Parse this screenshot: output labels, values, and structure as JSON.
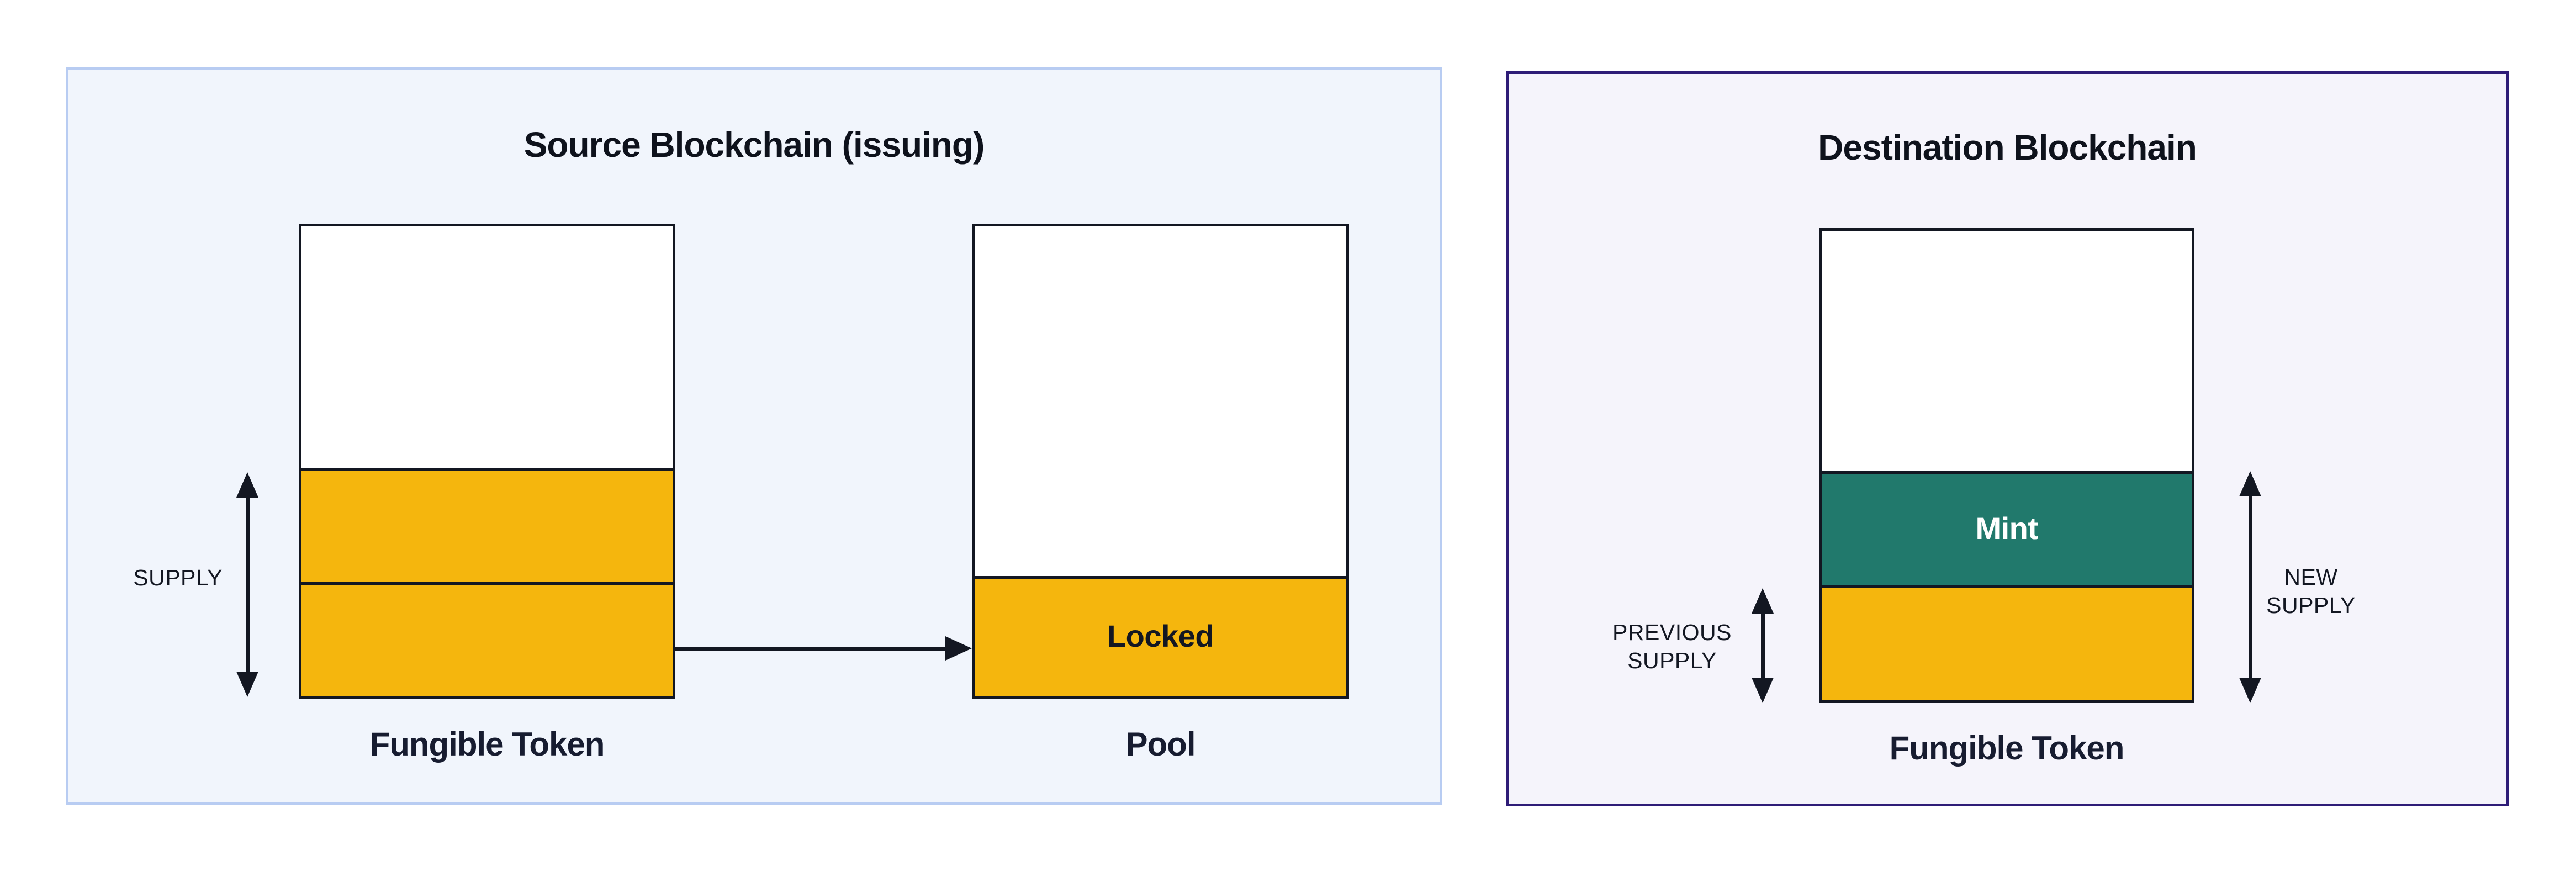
{
  "colors": {
    "token_yellow": "#F5B60D",
    "mint_teal": "#21796C",
    "outline_dark": "#131722",
    "source_panel_bg": "#F1F5FC",
    "source_panel_border": "#B8CCF2",
    "destination_panel_bg": "#F5F4FB",
    "destination_panel_border": "#2E1C77"
  },
  "source_panel": {
    "title": "Source Blockchain (issuing)",
    "supply_label": "SUPPLY",
    "fungible_token_label": "Fungible Token",
    "locked_label": "Locked",
    "pool_label": "Pool"
  },
  "destination_panel": {
    "title": "Destination Blockchain",
    "mint_label": "Mint",
    "previous_supply_line1": "PREVIOUS",
    "previous_supply_line2": "SUPPLY",
    "new_supply_line1": "NEW",
    "new_supply_line2": "SUPPLY",
    "fungible_token_label": "Fungible Token"
  }
}
